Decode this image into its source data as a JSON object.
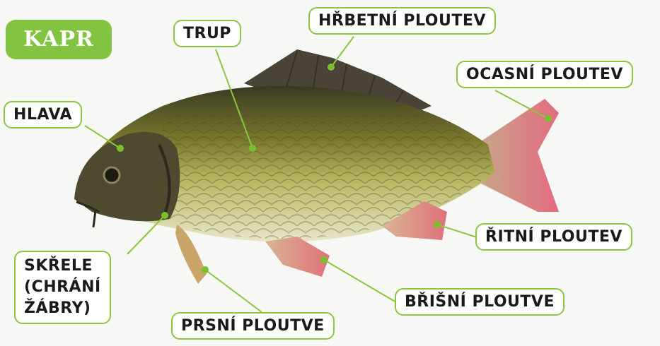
{
  "title_badge": "KAPR",
  "labels": {
    "hlava": "HLAVA",
    "trup": "TRUP",
    "hrbetni": "HŘBETNÍ PLOUTEV",
    "ocasni": "OCASNÍ PLOUTEV",
    "ritni": "ŘITNÍ PLOUTEV",
    "brisni": "BŘIŠNÍ PLOUTVE",
    "prsni": "PRSNÍ PLOUTVE",
    "skrele": "SKŘELE\n(CHRÁNÍ\nŽÁBRY)"
  },
  "colors": {
    "accent_green": "#8cc63f",
    "badge_green": "#82c341"
  }
}
